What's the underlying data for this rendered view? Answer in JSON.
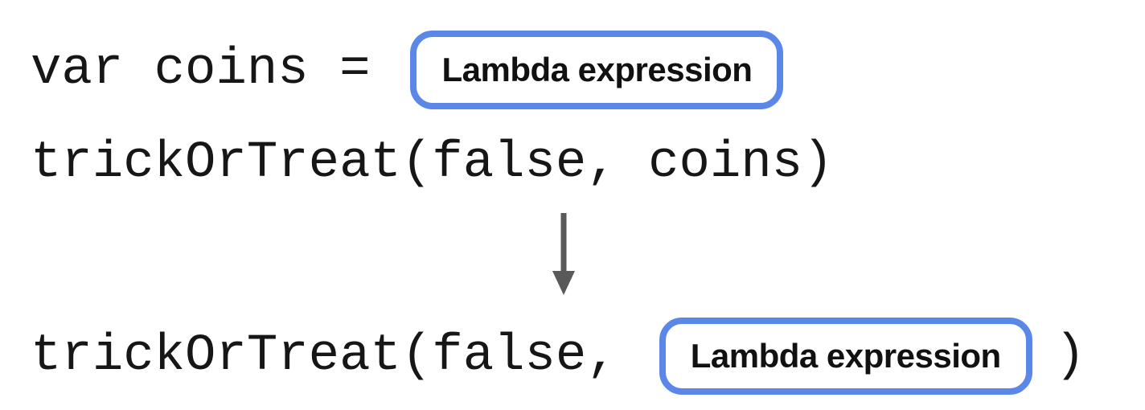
{
  "diagram": {
    "title_hint": "lambda expression substitution",
    "assignment_line": {
      "code": "var coins =",
      "box_label": "Lambda expression"
    },
    "call_line": {
      "code": "trickOrTreat(false, coins)"
    },
    "arrow": {
      "direction": "down"
    },
    "result_line": {
      "code_prefix": "trickOrTreat(false,",
      "box_label": "Lambda expression",
      "code_suffix": ")"
    }
  },
  "colors": {
    "background": "#ffffff",
    "box_border": "#5b87e8",
    "box_fill": "#ffffff",
    "code_text": "#161616",
    "label_text": "#111111",
    "arrow": "#595959"
  }
}
